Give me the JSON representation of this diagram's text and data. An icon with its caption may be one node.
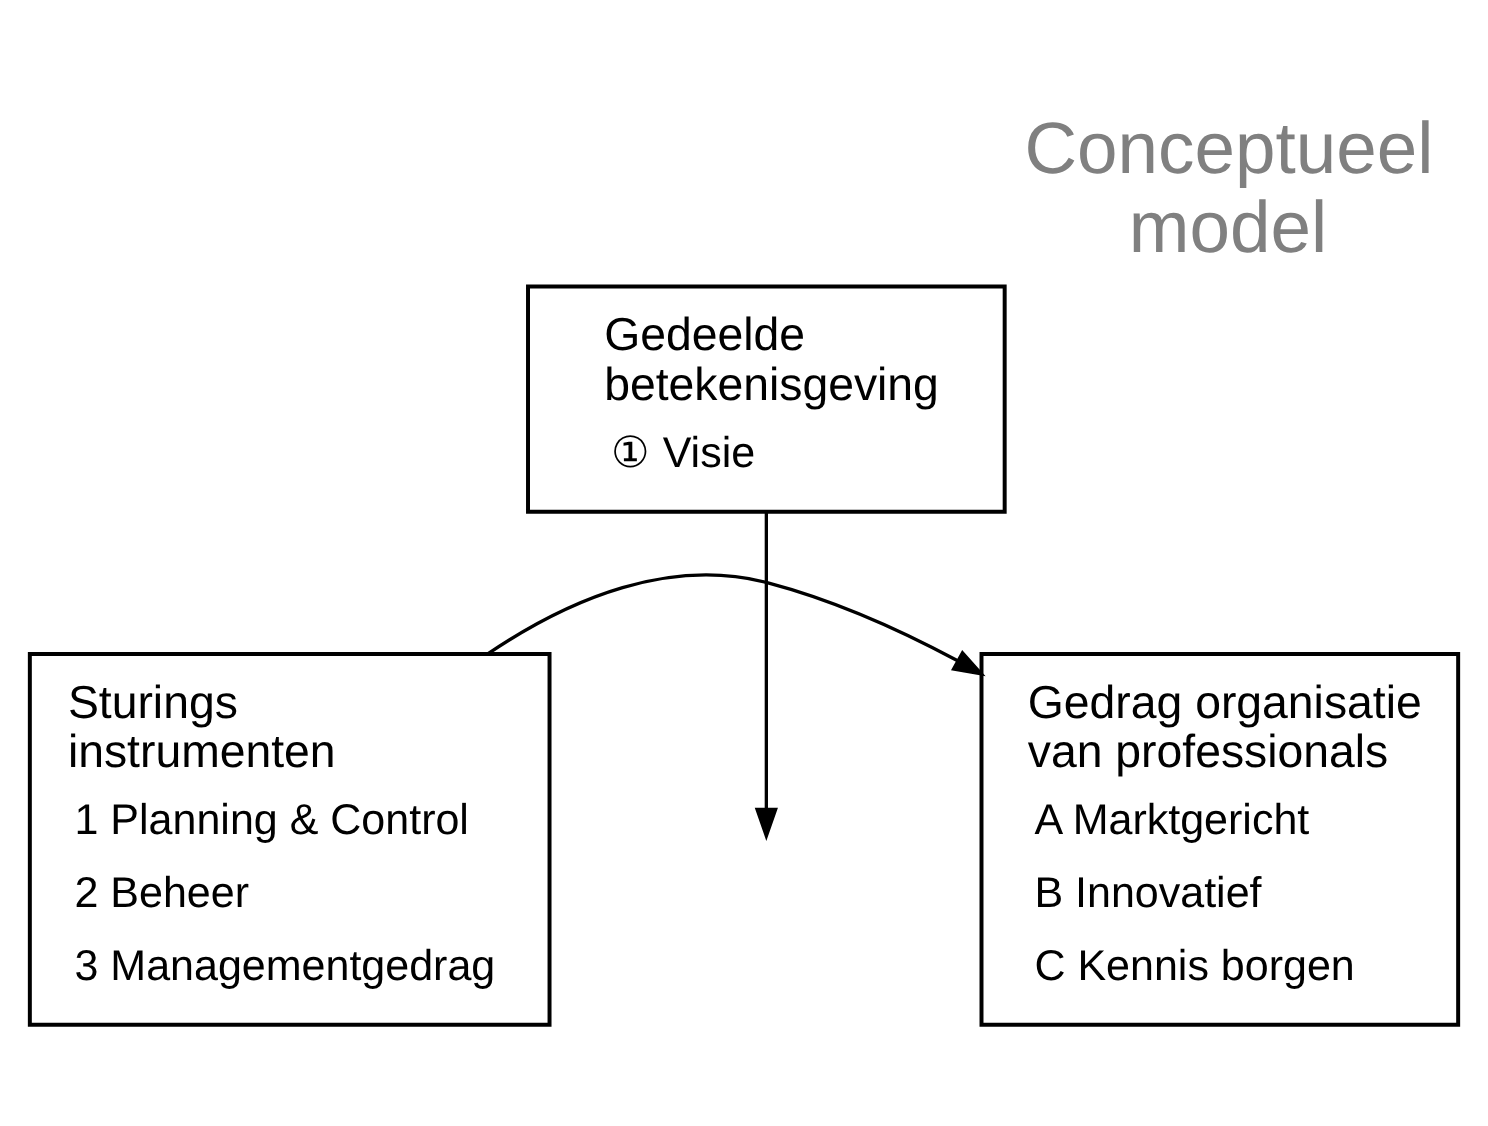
{
  "diagram": {
    "title": "Conceptueel model",
    "nodes": [
      {
        "text": [
          "Gedeelde betekenisgeving",
          "① Visie"
        ]
      },
      {
        "text": [
          "Sturings instrumenten",
          "1 Planning & Control",
          "2 Beheer",
          "3 Managementgedrag"
        ]
      },
      {
        "text": [
          "Gedrag organisatie van professionals",
          "A Marktgericht",
          "B Innovatief",
          "C Kennis borgen"
        ]
      }
    ],
    "edges": [
      {
        "from": 0,
        "to": null,
        "arrow": "to"
      },
      {
        "from": 1,
        "to": 2,
        "arrow": "to"
      }
    ]
  }
}
